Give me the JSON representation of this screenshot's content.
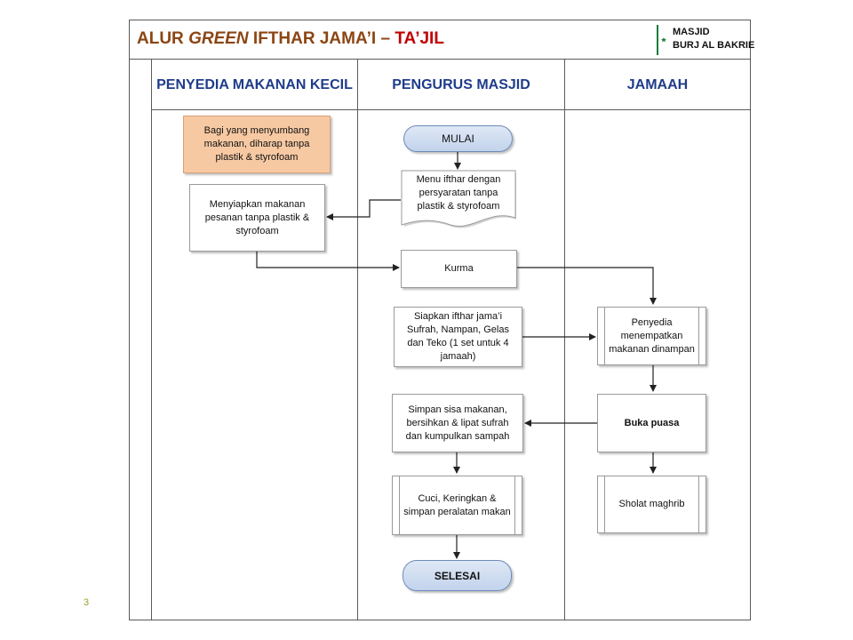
{
  "header": {
    "title_prefix": "ALUR ",
    "title_emph": "GREEN",
    "title_mid": " IFTHAR JAMA’I – ",
    "title_accent": "TA’JIL",
    "logo_line1": "MASJID",
    "logo_line2": "BURJ AL BAKRIE"
  },
  "lanes": [
    "PENYEDIA MAKANAN KECIL",
    "PENGURUS MASJID",
    "JAMAAH"
  ],
  "nodes": {
    "note": "Bagi yang menyumbang makanan, diharap tanpa plastik & styrofoam",
    "siapkan_vendor": "Menyiapkan makanan pesanan tanpa plastik & styrofoam",
    "mulai": "MULAI",
    "menu": "Menu ifthar dengan persyaratan tanpa plastik & styrofoam",
    "kurma": "Kurma",
    "siapkan_ifthar": "Siapkan ifthar jama’i Sufrah, Nampan, Gelas dan Teko (1 set untuk 4 jamaah)",
    "simpan": "Simpan sisa makanan, bersihkan & lipat sufrah dan kumpulkan sampah",
    "cuci": "Cuci, Keringkan & simpan peralatan makan",
    "selesai": "SELESAI",
    "penyedia": "Penyedia menempatkan makanan dinampan",
    "buka": "Buka puasa",
    "sholat": "Sholat maghrib"
  },
  "page_number": "3",
  "colors": {
    "title": "#8b4513",
    "accent": "#c00000",
    "lane_header": "#1f3c8a",
    "note_fill": "#f7c9a3",
    "terminal_fill": "#c2d3ec"
  }
}
